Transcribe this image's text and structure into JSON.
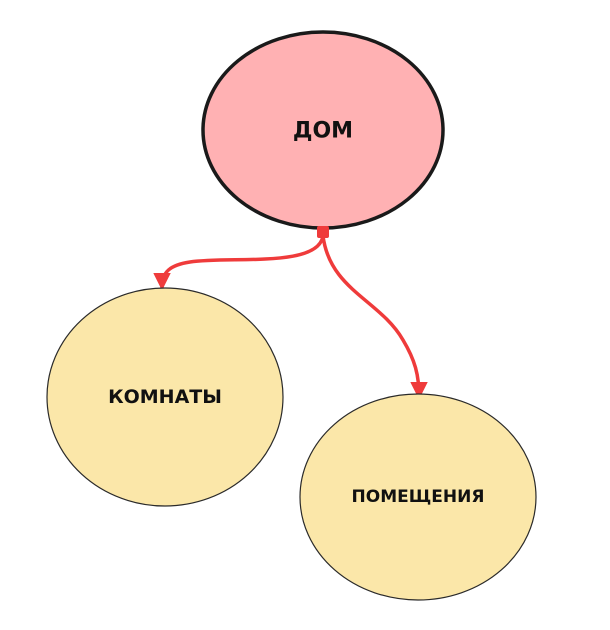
{
  "colors": {
    "root_fill": "#ffb1b3",
    "root_stroke": "#1a1a1a",
    "child_fill": "#fbe7a9",
    "child_stroke": "#2a2a2a",
    "connector": "#ef3b3b",
    "background": "#ffffff"
  },
  "nodes": {
    "root": {
      "label": "ДОМ"
    },
    "left_child": {
      "label": "КОМНАТЫ"
    },
    "right_child": {
      "label": "ПОМЕЩЕНИЯ"
    }
  },
  "edges": [
    {
      "from": "root",
      "to": "left_child",
      "style": "arrow"
    },
    {
      "from": "root",
      "to": "right_child",
      "style": "arrow"
    }
  ]
}
